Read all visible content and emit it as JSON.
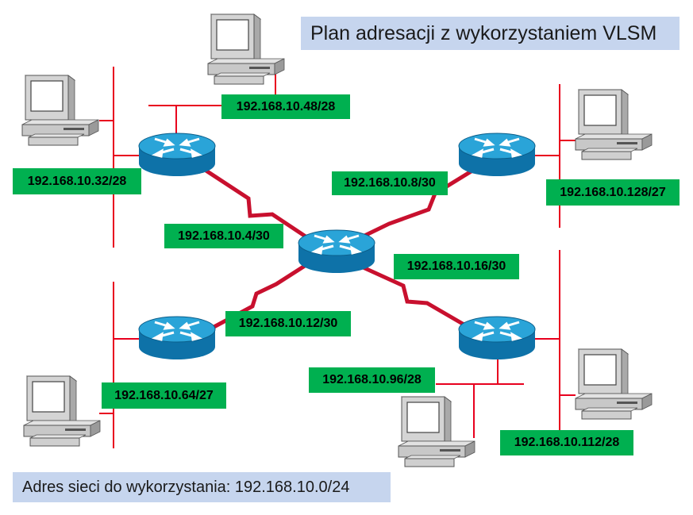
{
  "title": "Plan adresacji z wykorzystaniem VLSM",
  "footer": "Adres sieci do wykorzystania: 192.168.10.0/24",
  "colors": {
    "label_bg": "#00b050",
    "info_bg": "#c6d5ee",
    "lan_line": "#e8001e",
    "wan_link": "#c8102e",
    "router_body": "#1a8fc4"
  },
  "labels": {
    "net48": "192.168.10.48/28",
    "net32": "192.168.10.32/28",
    "net4": "192.168.10.4/30",
    "net8": "192.168.10.8/30",
    "net128": "192.168.10.128/27",
    "net16": "192.168.10.16/30",
    "net12": "192.168.10.12/30",
    "net64": "192.168.10.64/27",
    "net96": "192.168.10.96/28",
    "net112": "192.168.10.112/28"
  }
}
